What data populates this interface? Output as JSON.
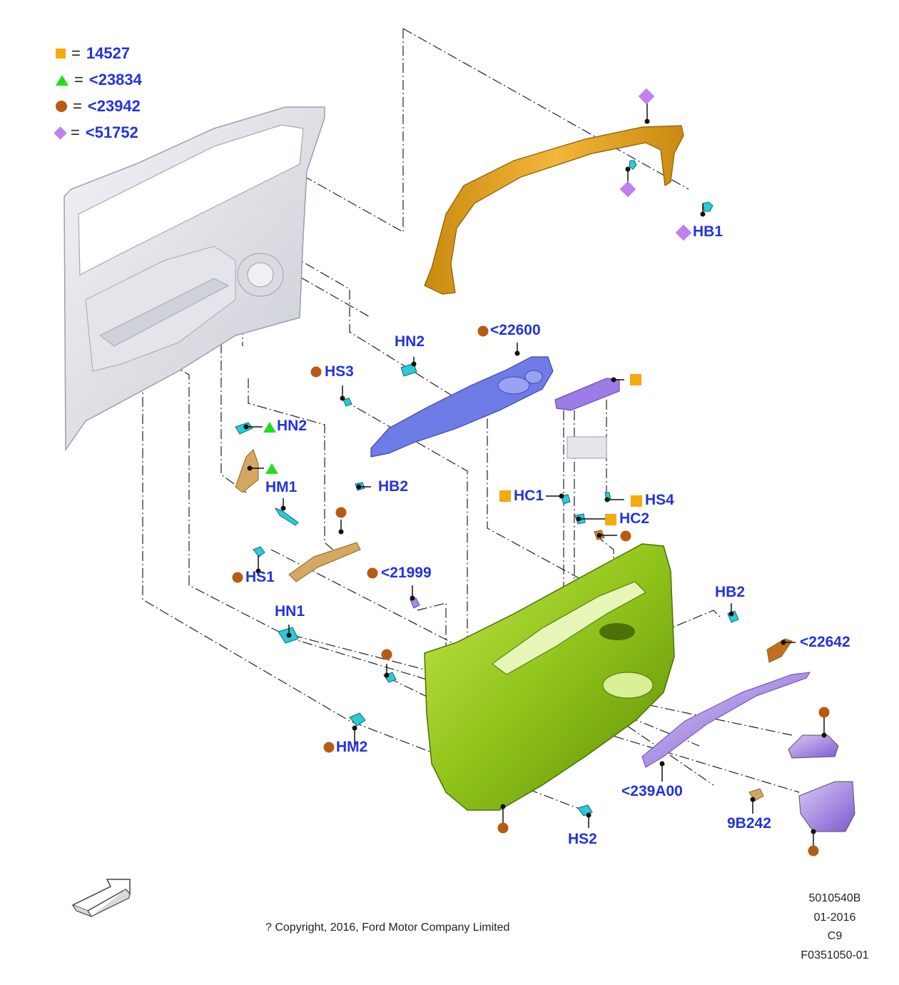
{
  "legend": [
    {
      "symbol": "square",
      "value": "14527"
    },
    {
      "symbol": "triangle",
      "value": "<23834"
    },
    {
      "symbol": "circle",
      "value": "<23942"
    },
    {
      "symbol": "diamond",
      "value": "<51752"
    }
  ],
  "symbol_colors": {
    "square": "#f5a90a",
    "triangle": "#22dd22",
    "circle": "#b85a12",
    "diamond": "#c080ee"
  },
  "labels": {
    "hb1": "HB1",
    "hn2_top": "HN2",
    "p22600": "<22600",
    "hs3": "HS3",
    "hn2_left": "HN2",
    "hm1": "HM1",
    "hb2_left": "HB2",
    "hc1": "HC1",
    "hs4": "HS4",
    "hc2": "HC2",
    "hs1": "HS1",
    "p21999": "<21999",
    "hb2_right": "HB2",
    "p22642": "<22642",
    "hn1": "HN1",
    "hm2": "HM2",
    "p239a00": "<239A00",
    "p9b242": "9B242",
    "hs2": "HS2"
  },
  "footer": {
    "copyright": "? Copyright, 2016, Ford Motor Company Limited",
    "code1": "5010540B",
    "code2": "01-2016",
    "code3": "C9",
    "code4": "F0351050-01"
  }
}
